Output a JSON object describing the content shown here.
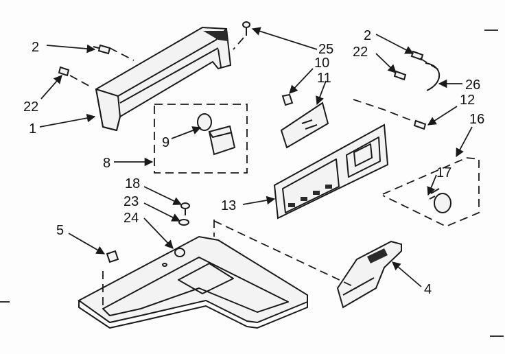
{
  "labels": {
    "l2a": "2",
    "l22a": "22",
    "l1": "1",
    "l25": "25",
    "l2b": "2",
    "l22b": "22",
    "l10": "10",
    "l11": "11",
    "l26": "26",
    "l12": "12",
    "l16": "16",
    "l9": "9",
    "l8": "8",
    "l17": "17",
    "l18": "18",
    "l23": "23",
    "l24": "24",
    "l13": "13",
    "l5": "5",
    "l4": "4"
  }
}
